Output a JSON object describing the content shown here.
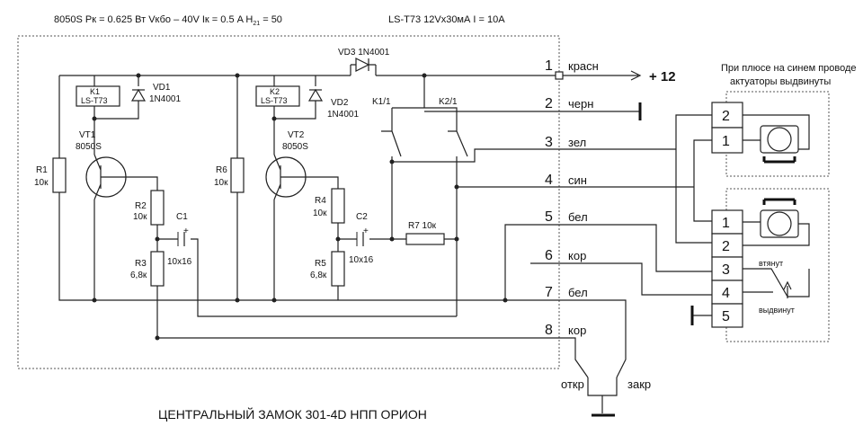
{
  "header": {
    "transistor_spec": "8050S  Pк = 0.625 Вт  Vкбо – 40V  Iк = 0.5 A   H",
    "h21_sub": "21",
    "h21_value": " = 50",
    "relay_spec": "LS-T73  12Vx30мА   I = 10A"
  },
  "title": "ЦЕНТРАЛЬНЫЙ ЗАМОК 301-4D   НПП ОРИОН",
  "note": [
    "При плюсе на синем проводе",
    "актуаторы выдвинуты"
  ],
  "components": {
    "k1": [
      "K1",
      "LS-T73"
    ],
    "k2": [
      "K2",
      "LS-T73"
    ],
    "vd1": [
      "VD1",
      "1N4001"
    ],
    "vd2": [
      "VD2",
      "1N4001"
    ],
    "vd3": "VD3  1N4001",
    "vt1": [
      "VT1",
      "8050S"
    ],
    "vt2": [
      "VT2",
      "8050S"
    ],
    "r1": [
      "R1",
      "10к"
    ],
    "r2": [
      "R2",
      "10к"
    ],
    "r3": [
      "R3",
      "6,8к"
    ],
    "r4": [
      "R4",
      "10к"
    ],
    "r5": [
      "R5",
      "6,8к"
    ],
    "r6": [
      "R6",
      "10к"
    ],
    "r7": "R7  10к",
    "c1": [
      "C1",
      "10x16"
    ],
    "c2": [
      "C2",
      "10x16"
    ],
    "k1_contact": "K1/1",
    "k2_contact": "K2/1",
    "plus": "+"
  },
  "pins": [
    {
      "num": "1",
      "wire": "красн"
    },
    {
      "num": "2",
      "wire": "черн"
    },
    {
      "num": "3",
      "wire": "зел"
    },
    {
      "num": "4",
      "wire": "син"
    },
    {
      "num": "5",
      "wire": "бел"
    },
    {
      "num": "6",
      "wire": "кор"
    },
    {
      "num": "7",
      "wire": "бел"
    },
    {
      "num": "8",
      "wire": "кор"
    }
  ],
  "supply": "+ 12",
  "actuator_upper": {
    "pins": [
      "2",
      "1"
    ]
  },
  "actuator_lower": {
    "pins": [
      "1",
      "2",
      "3",
      "4",
      "5"
    ],
    "labels": [
      "втянут",
      "выдвинут"
    ]
  },
  "switches": [
    "откр",
    "закр"
  ]
}
